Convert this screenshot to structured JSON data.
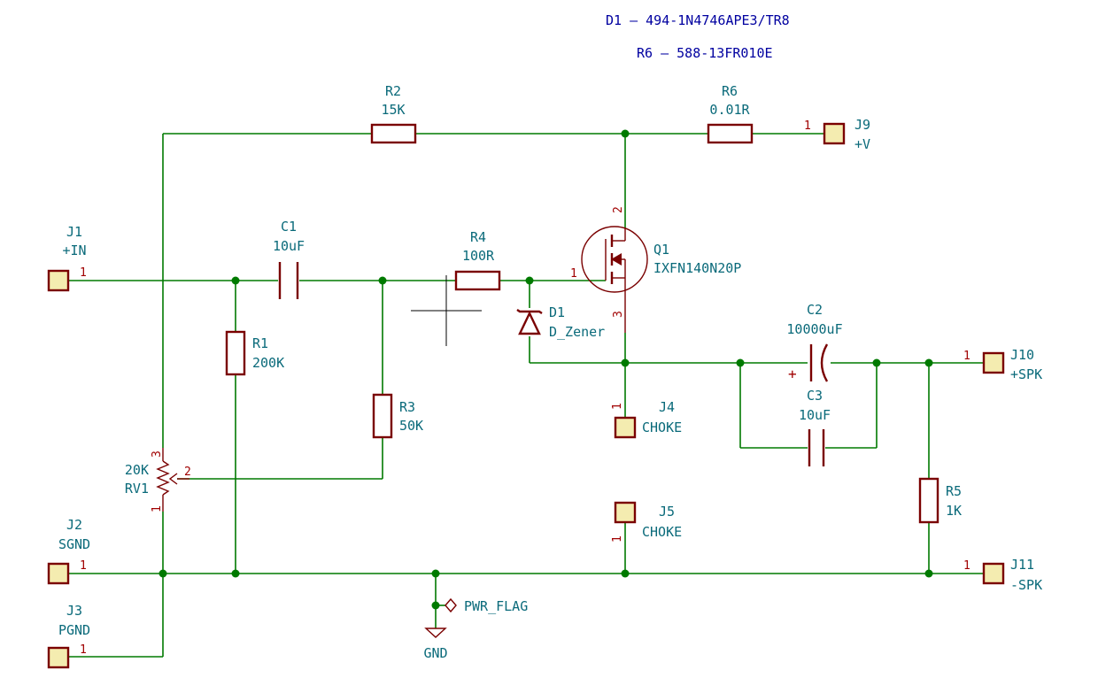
{
  "notes": {
    "d1": "D1 – 494-1N4746APE3/TR8",
    "r6": "R6 – 588-13FR010E"
  },
  "components": {
    "R2": {
      "ref": "R2",
      "value": "15K"
    },
    "R6": {
      "ref": "R6",
      "value": "0.01R"
    },
    "J9": {
      "ref": "J9",
      "value": "+V",
      "pin": "1"
    },
    "J1": {
      "ref": "J1",
      "value": "+IN",
      "pin": "1"
    },
    "C1": {
      "ref": "C1",
      "value": "10uF"
    },
    "R4": {
      "ref": "R4",
      "value": "100R"
    },
    "Q1": {
      "ref": "Q1",
      "value": "IXFN140N20P",
      "pin_gate": "1",
      "pin_drain": "2",
      "pin_source": "3"
    },
    "D1": {
      "ref": "D1",
      "value": "D_Zener"
    },
    "C2": {
      "ref": "C2",
      "value": "10000uF",
      "polarity": "+"
    },
    "J10": {
      "ref": "J10",
      "value": "+SPK",
      "pin": "1"
    },
    "R1": {
      "ref": "R1",
      "value": "200K"
    },
    "R3": {
      "ref": "R3",
      "value": "50K"
    },
    "J4": {
      "ref": "J4",
      "value": "CHOKE",
      "pin": "1"
    },
    "C3": {
      "ref": "C3",
      "value": "10uF"
    },
    "RV1": {
      "ref": "RV1",
      "value": "20K",
      "pin1": "1",
      "pin2": "2",
      "pin3": "3"
    },
    "J5": {
      "ref": "J5",
      "value": "CHOKE",
      "pin": "1"
    },
    "R5": {
      "ref": "R5",
      "value": "1K"
    },
    "J2": {
      "ref": "J2",
      "value": "SGND",
      "pin": "1"
    },
    "J11": {
      "ref": "J11",
      "value": "-SPK",
      "pin": "1"
    },
    "J3": {
      "ref": "J3",
      "value": "PGND",
      "pin": "1"
    },
    "PWR": {
      "value": "PWR_FLAG"
    },
    "GND": {
      "value": "GND"
    }
  },
  "colors": {
    "wire": "#007a00",
    "component": "#7a0000",
    "label": "#0a6a7a",
    "note": "#0000a0",
    "pad": "#f4ecb0"
  }
}
